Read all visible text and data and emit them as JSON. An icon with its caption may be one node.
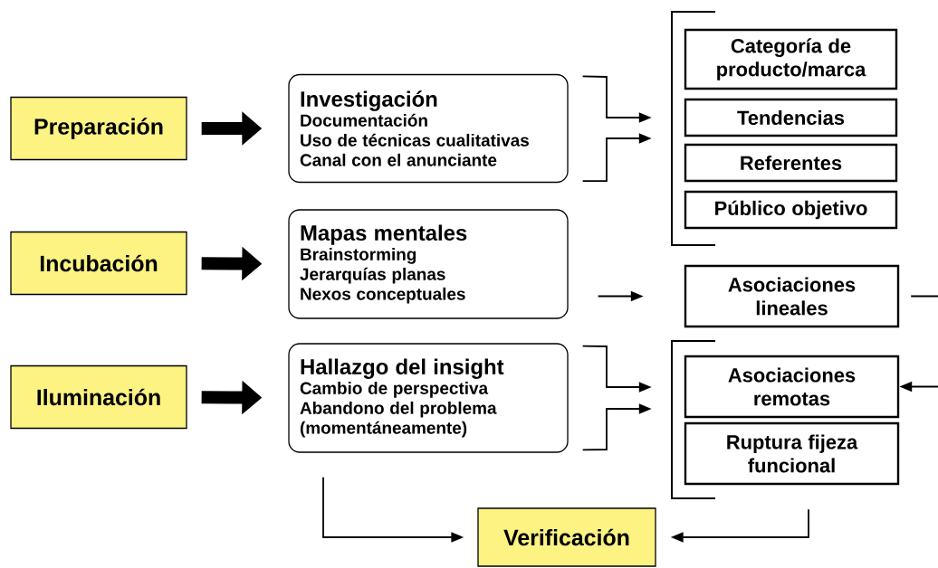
{
  "diagram": {
    "nodes": [
      {
        "text": [
          "Preparación"
        ]
      },
      {
        "text": [
          "Incubación"
        ]
      },
      {
        "text": [
          "Iluminación"
        ]
      },
      {
        "text": [
          "Investigación",
          "Documentación",
          "Uso de técnicas cualitativas",
          "Canal con el anunciante"
        ]
      },
      {
        "text": [
          "Mapas mentales",
          "Brainstorming",
          "Jerarquías planas",
          "Nexos conceptuales"
        ]
      },
      {
        "text": [
          "Hallazgo del insight",
          "Cambio de perspectiva",
          "Abandono del problema",
          "(momentáneamente)"
        ]
      },
      {
        "text": [],
        "shape": "bracket"
      },
      {
        "text": [
          "Categoría de producto/marca"
        ]
      },
      {
        "text": [
          "Tendencias"
        ]
      },
      {
        "text": [
          "Referentes"
        ]
      },
      {
        "text": [
          "Público objetivo"
        ]
      },
      {
        "text": [
          "Asociaciones lineales"
        ]
      },
      {
        "text": [],
        "shape": "bracket"
      },
      {
        "text": [
          "Asociaciones remotas"
        ]
      },
      {
        "text": [
          "Ruptura fijeza funcional"
        ]
      },
      {
        "text": [
          "Verificación"
        ]
      }
    ],
    "edges": [
      {
        "from": 0,
        "to": 3,
        "arrow": "to",
        "style": "thick"
      },
      {
        "from": 1,
        "to": 4,
        "arrow": "to",
        "style": "thick"
      },
      {
        "from": 2,
        "to": 5,
        "arrow": "to",
        "style": "thick"
      },
      {
        "from": 3,
        "to": 6,
        "arrow": "to"
      },
      {
        "from": 3,
        "to": 6,
        "arrow": "to"
      },
      {
        "from": 4,
        "to": 11,
        "arrow": "to"
      },
      {
        "from": 11,
        "to": 13,
        "arrow": "to"
      },
      {
        "from": 5,
        "to": 12,
        "arrow": "to"
      },
      {
        "from": 5,
        "to": 12,
        "arrow": "to"
      },
      {
        "from": 5,
        "to": 15,
        "arrow": "to"
      },
      {
        "from": 14,
        "to": 15,
        "arrow": "to"
      }
    ]
  }
}
